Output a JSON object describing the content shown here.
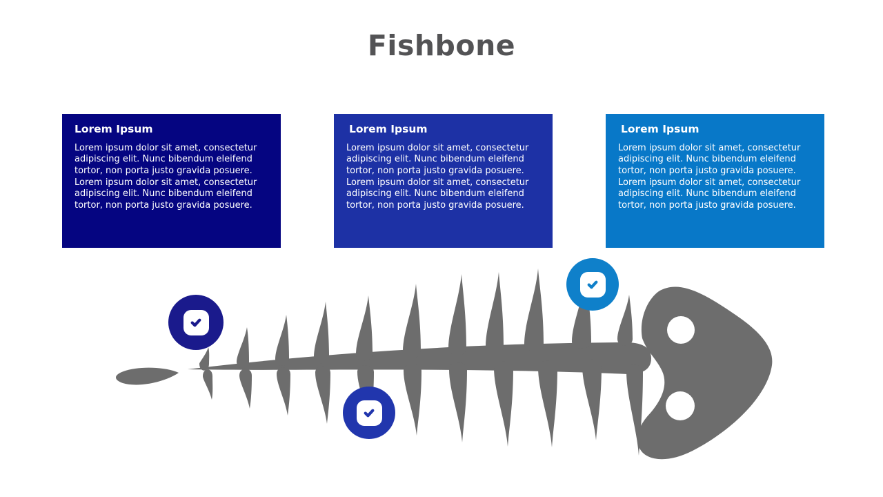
{
  "title": "Fishbone",
  "colors": {
    "background": "#ffffff",
    "title_text": "#535355",
    "card_text": "#ffffff",
    "card1_bg": "#050581",
    "card2_bg": "#1d31a5",
    "card3_bg": "#0878c8",
    "badge1": "#1a1a8c",
    "badge2": "#2136ad",
    "badge3": "#0f80ca",
    "fish_gray": "#6d6d6d"
  },
  "cards": [
    {
      "heading": "Lorem Ipsum",
      "body": "Lorem ipsum dolor sit amet, consectetur adipiscing elit. Nunc bibendum eleifend tortor, non porta justo gravida posuere. Lorem ipsum dolor sit amet, consectetur adipiscing elit. Nunc bibendum eleifend tortor, non porta justo gravida posuere."
    },
    {
      "heading": "Lorem Ipsum",
      "body": "Lorem ipsum dolor sit amet, consectetur adipiscing elit. Nunc bibendum eleifend tortor, non porta justo gravida posuere. Lorem ipsum dolor sit amet, consectetur adipiscing elit. Nunc bibendum eleifend tortor, non porta justo gravida posuere."
    },
    {
      "heading": "Lorem Ipsum",
      "body": "Lorem ipsum dolor sit amet, consectetur adipiscing elit. Nunc bibendum eleifend tortor, non porta justo gravida posuere. Lorem ipsum dolor sit amet, consectetur adipiscing elit. Nunc bibendum eleifend tortor, non porta justo gravida posuere."
    }
  ],
  "badges": [
    {
      "icon": "check-icon"
    },
    {
      "icon": "check-icon"
    },
    {
      "icon": "check-icon"
    }
  ],
  "illustration": {
    "icon": "fishbone-skeleton"
  }
}
